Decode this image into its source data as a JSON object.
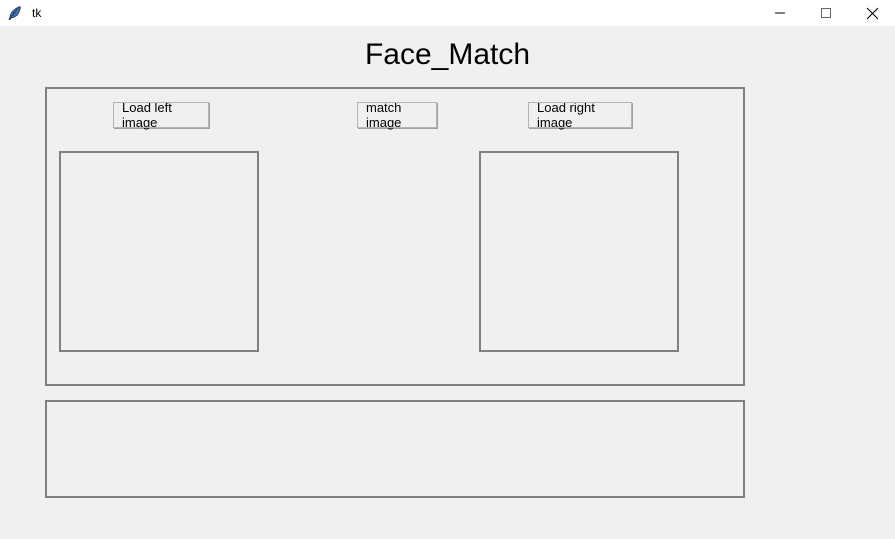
{
  "window": {
    "title": "tk",
    "icon": "feather-quill-icon",
    "controls": {
      "minimize": "minimize-icon",
      "maximize": "maximize-icon",
      "close": "close-icon"
    }
  },
  "app": {
    "title": "Face_Match",
    "background_color": "#f0f0f0",
    "border_color": "#808080"
  },
  "toolbar": {
    "load_left_label": "Load left image",
    "match_label": "match image",
    "load_right_label": "Load right image"
  },
  "panels": {
    "image_frame": {
      "left_image_placeholder": "",
      "right_image_placeholder": ""
    },
    "result_panel": {
      "text": ""
    }
  }
}
